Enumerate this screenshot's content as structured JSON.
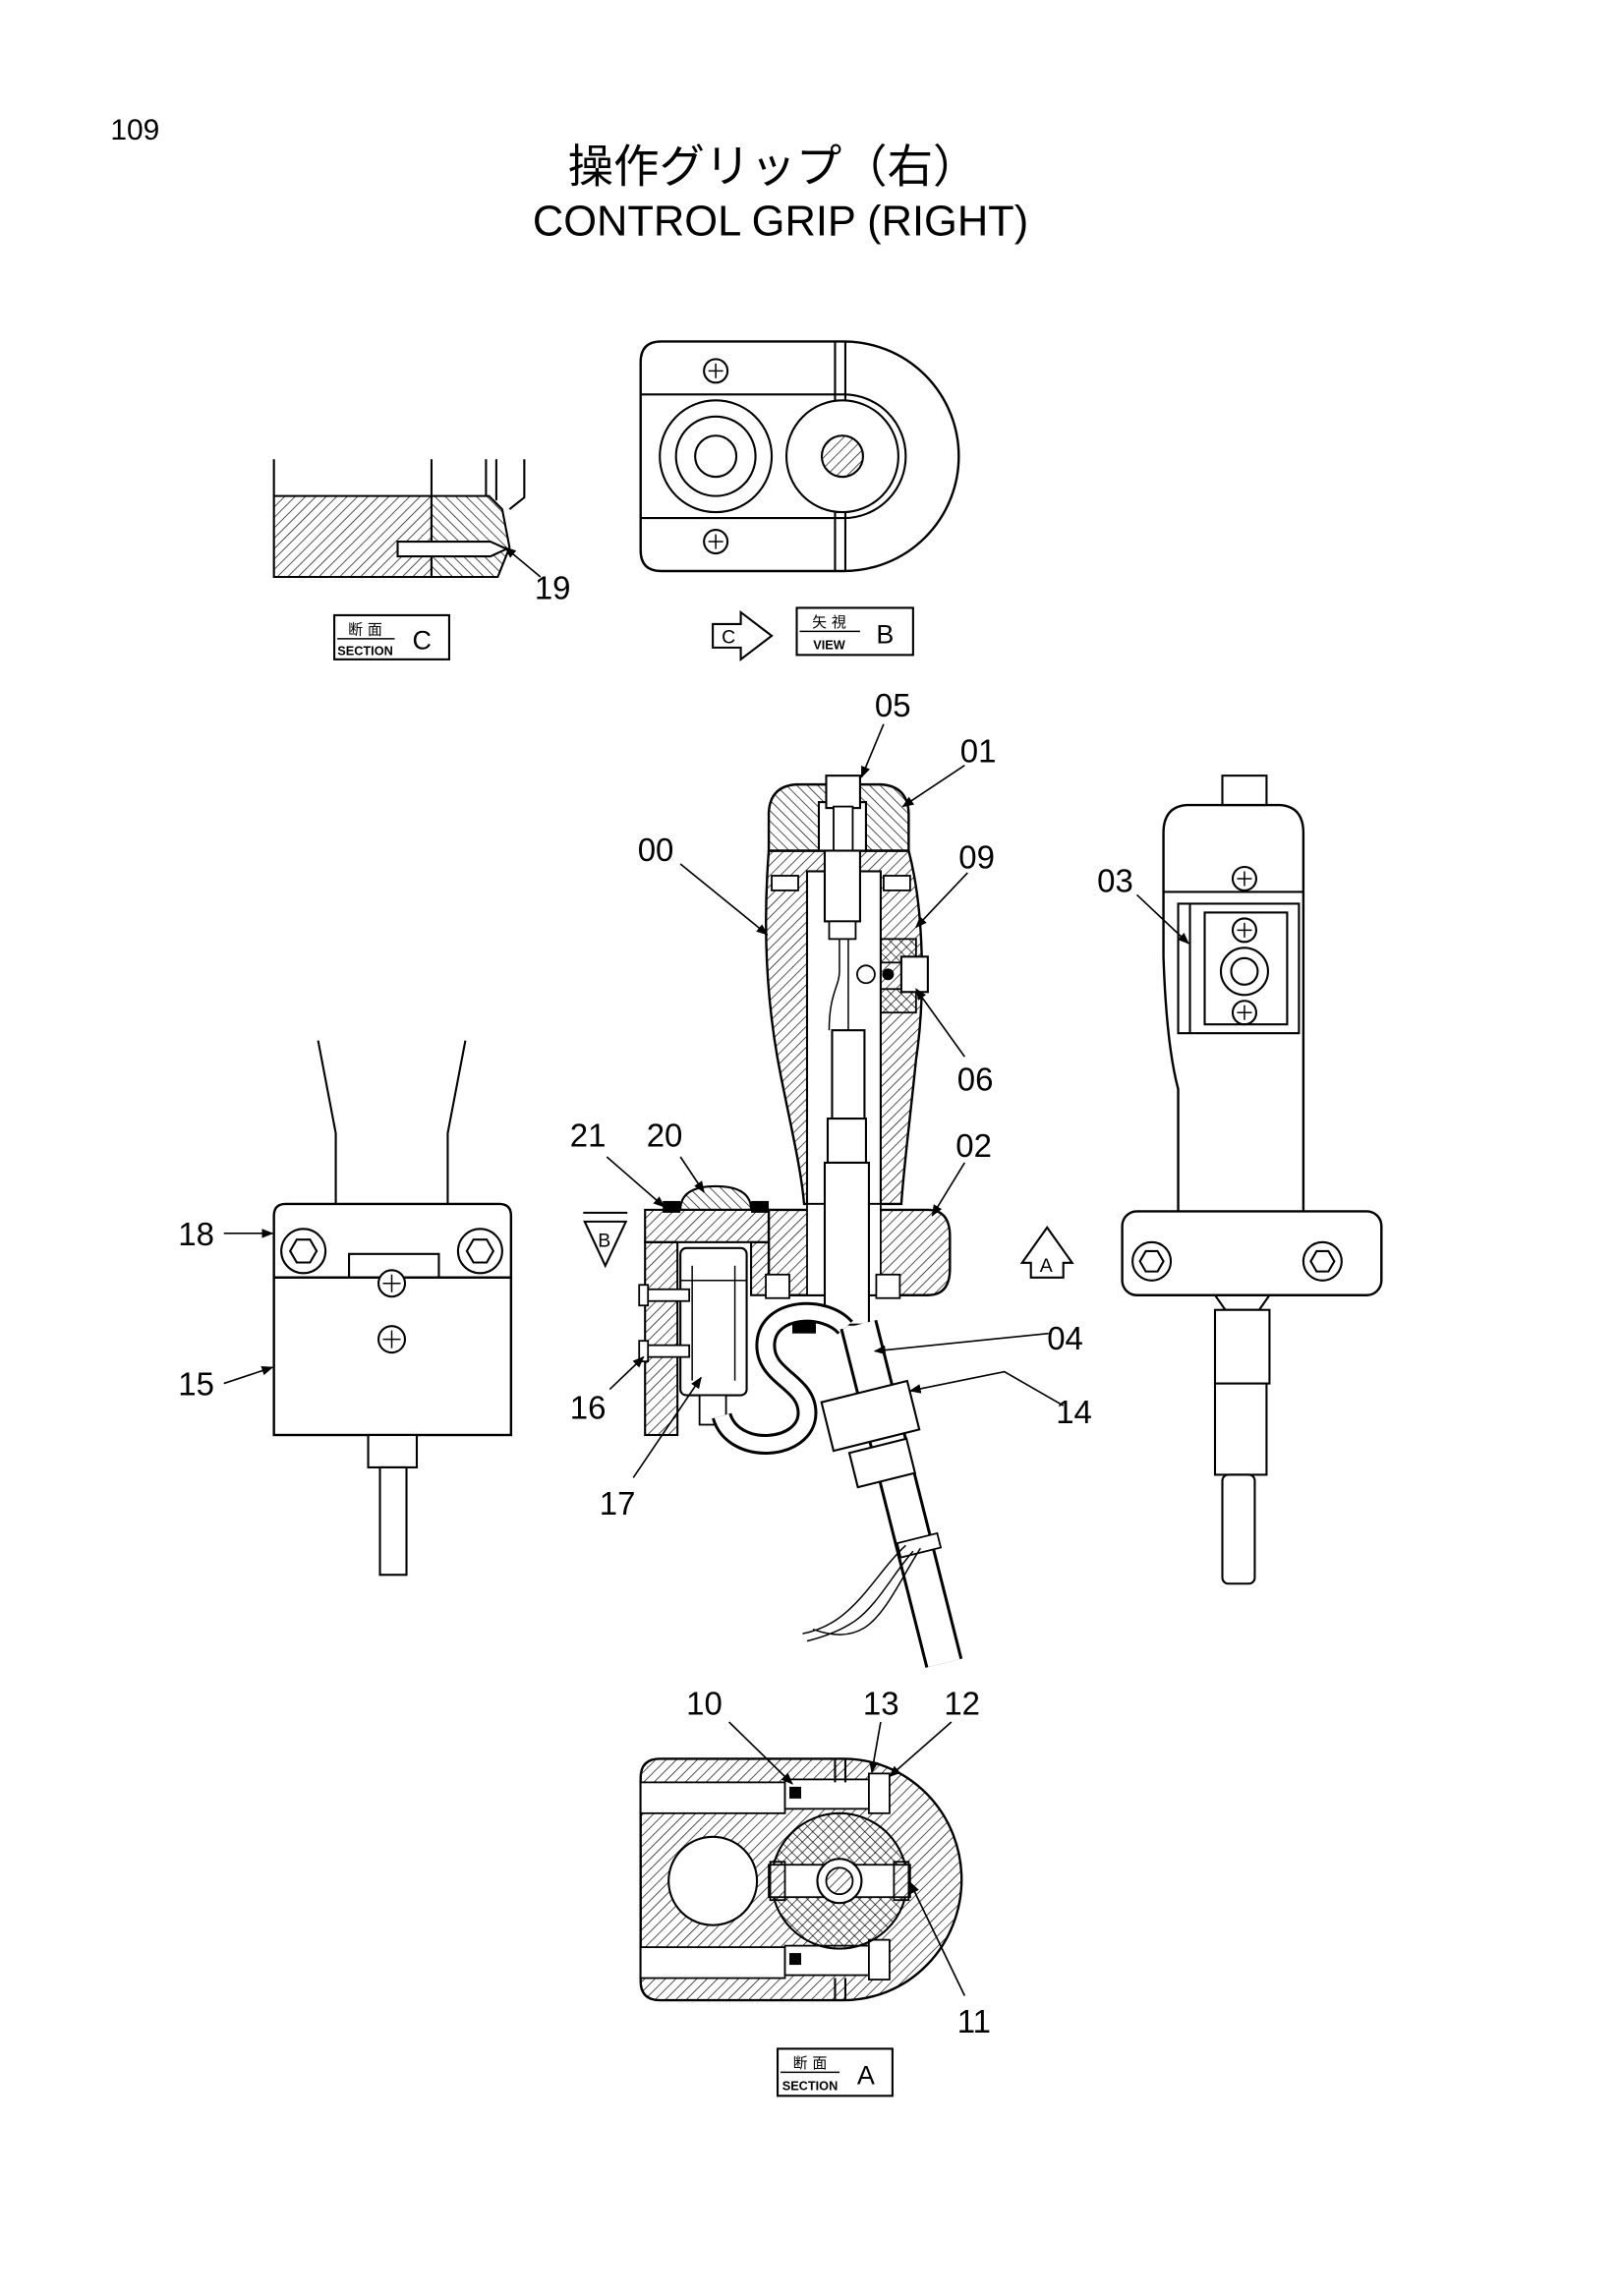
{
  "page": {
    "number": "109"
  },
  "title": {
    "ja": "操作グリップ（右）",
    "en": "CONTROL GRIP (RIGHT)"
  },
  "labels": {
    "section_c": {
      "ja": "断 面",
      "en": "SECTION",
      "letter": "C"
    },
    "view_b": {
      "ja": "矢 視",
      "en": "VIEW",
      "letter": "B"
    },
    "section_a": {
      "ja": "断 面",
      "en": "SECTION",
      "letter": "A"
    },
    "view_arrow_c": "C",
    "view_arrow_b": "B",
    "view_arrow_a": "A"
  },
  "callouts": {
    "c00": "00",
    "c01": "01",
    "c02": "02",
    "c03": "03",
    "c04": "04",
    "c05": "05",
    "c06": "06",
    "c09": "09",
    "c10": "10",
    "c11": "11",
    "c12": "12",
    "c13": "13",
    "c14": "14",
    "c15": "15",
    "c16": "16",
    "c17": "17",
    "c18": "18",
    "c19": "19",
    "c20": "20",
    "c21": "21"
  },
  "colors": {
    "ink": "#000000",
    "paper": "#ffffff"
  }
}
